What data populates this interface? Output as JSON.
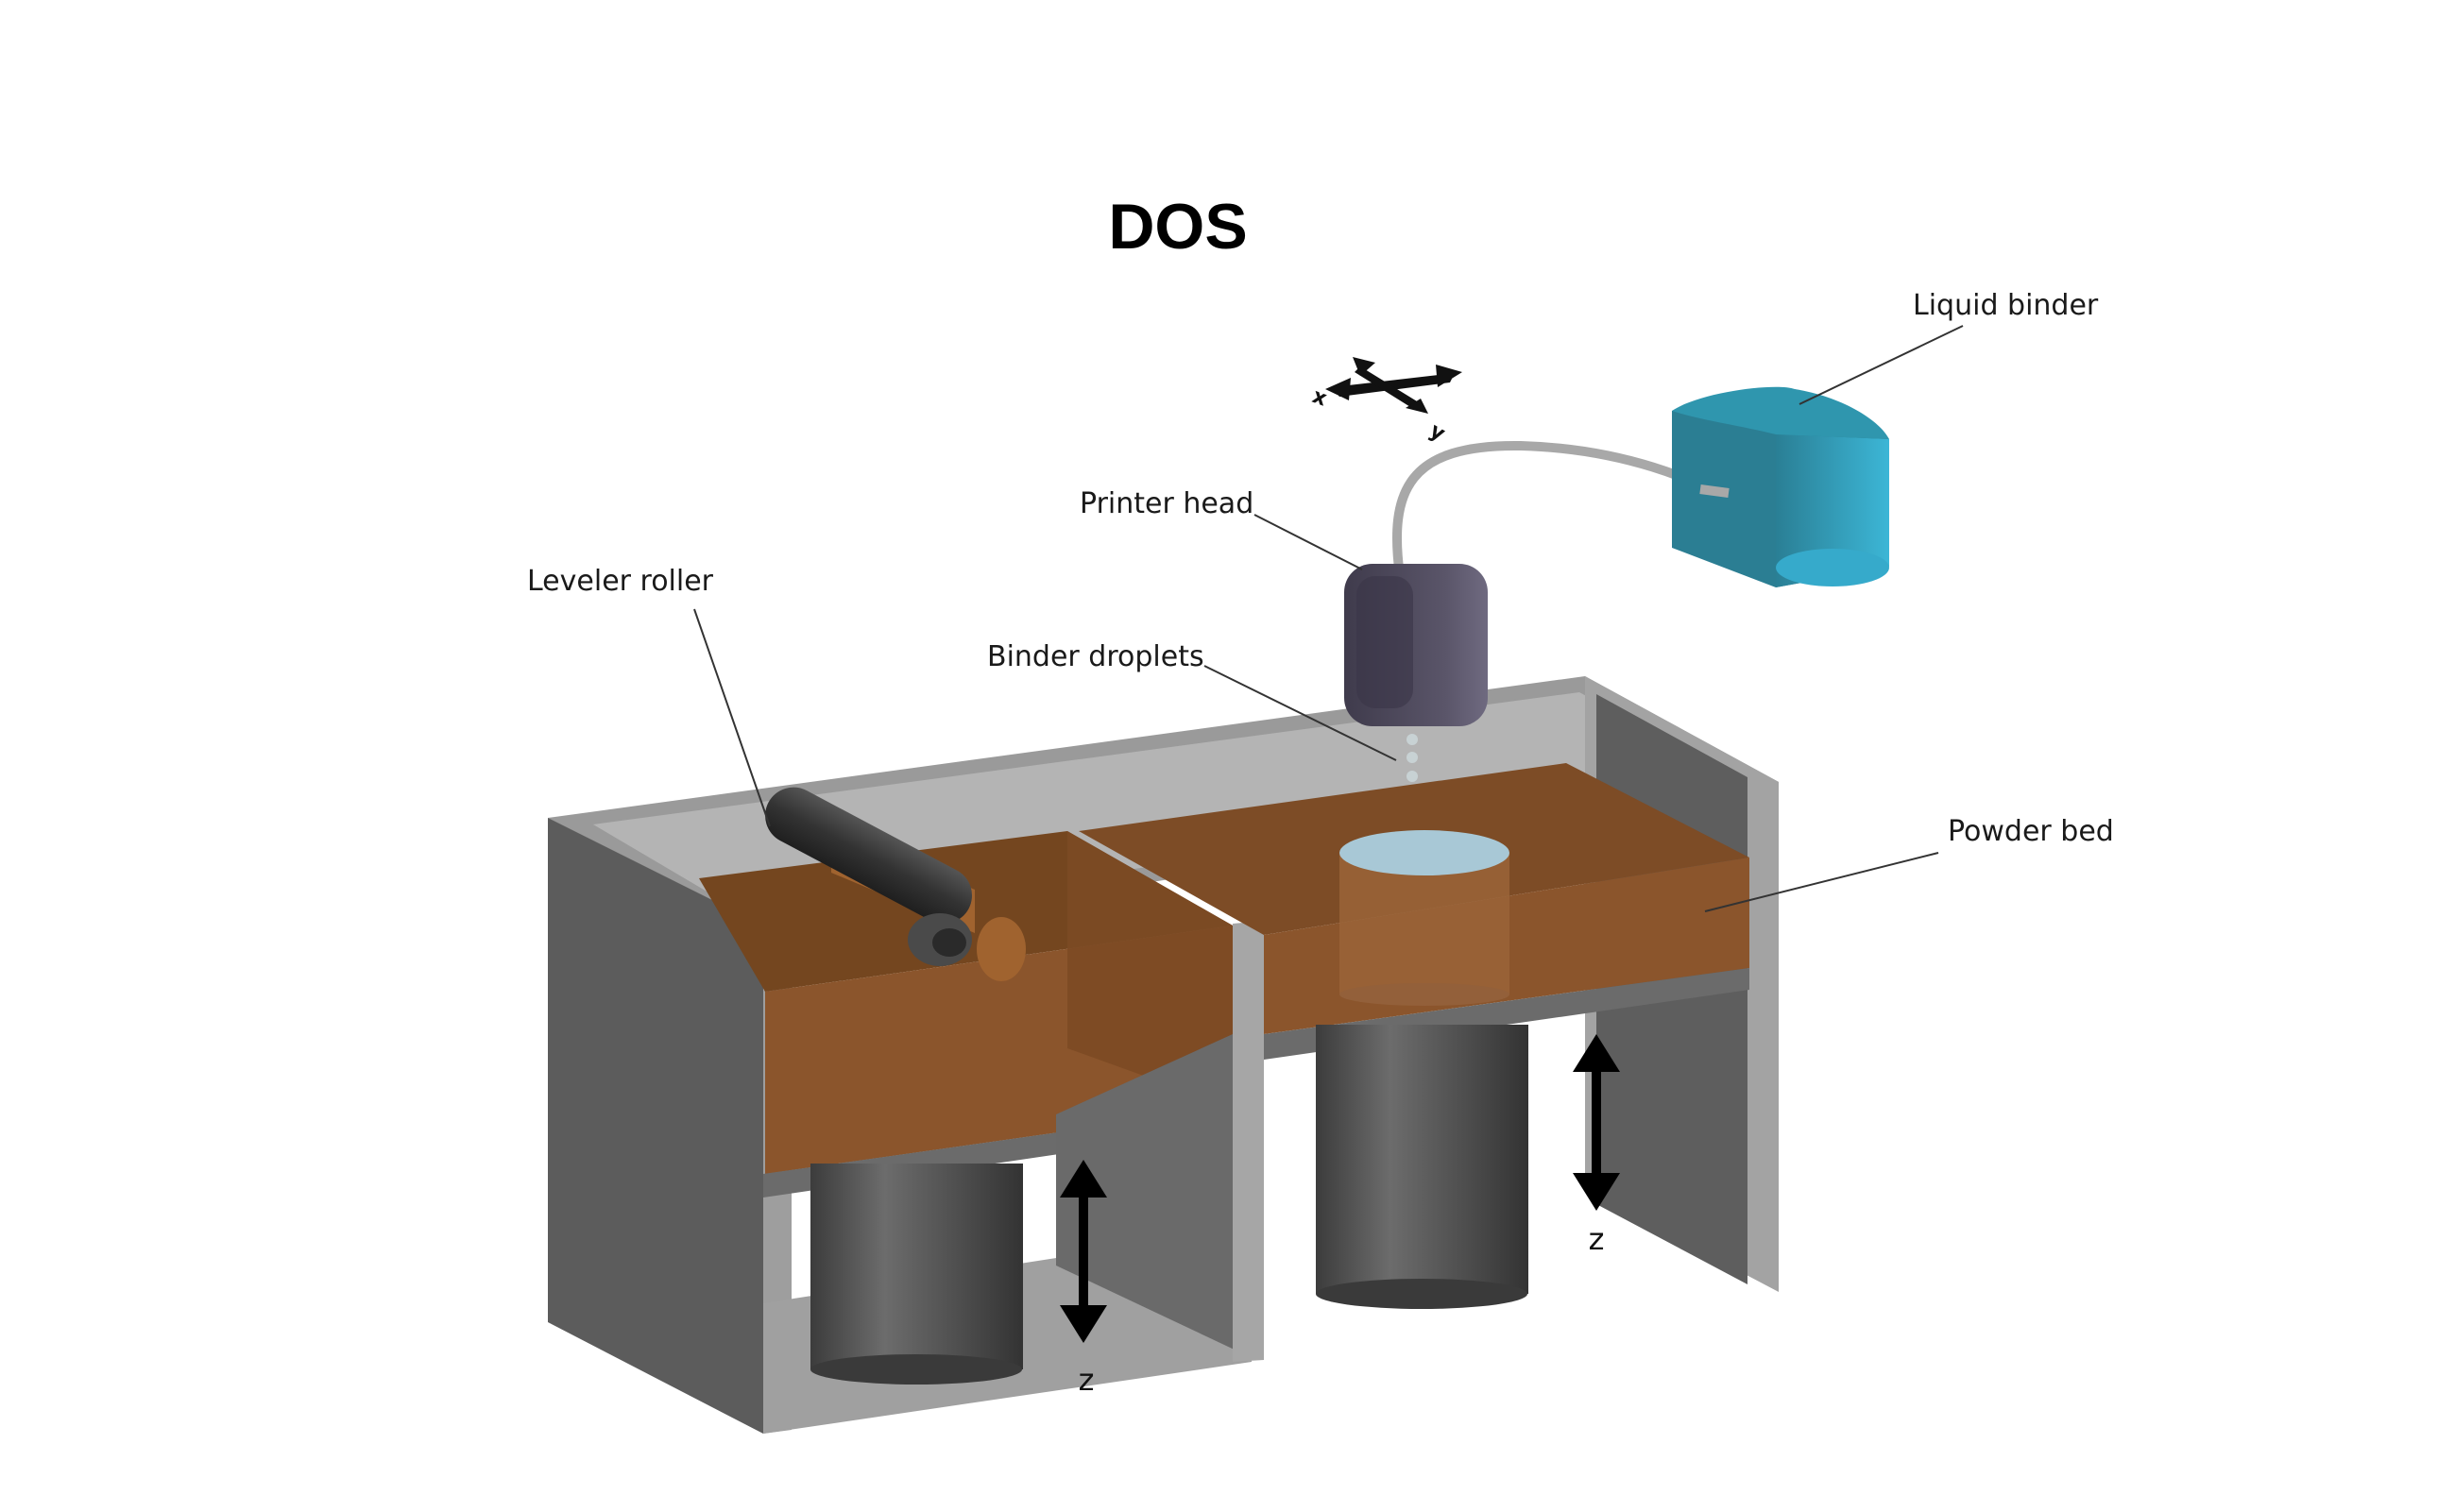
{
  "title": "DOS",
  "labels": {
    "liquid_binder": "Liquid binder",
    "printer_head": "Printer head",
    "leveler_roller": "Leveler roller",
    "binder_droplets": "Binder droplets",
    "powder_bed": "Powder bed",
    "z_left": "z",
    "z_right": "z",
    "x_axis": "x",
    "y_axis": "y"
  },
  "colors": {
    "frame_light": "#9e9e9e",
    "frame_dark": "#5e5e5e",
    "powder": "#8b552c",
    "powder_top": "#7a4a26",
    "binder_tank": "#2f9cb8",
    "printer_head": "#4a4658",
    "piston": "#555555"
  }
}
